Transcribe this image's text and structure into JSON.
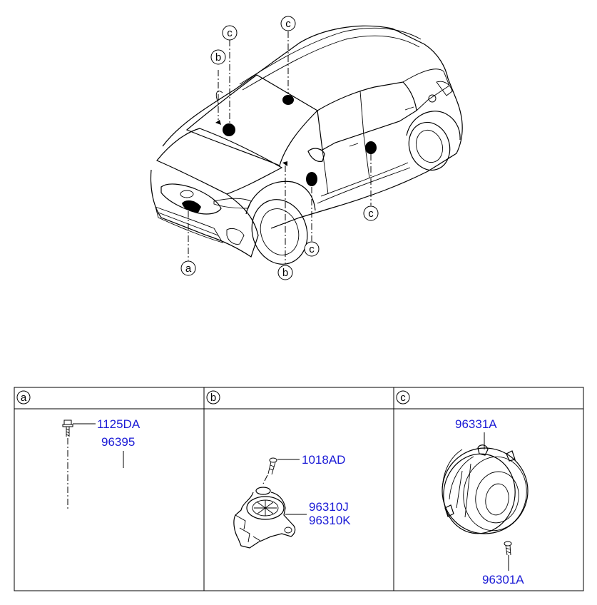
{
  "callouts": {
    "a": "a",
    "b": "b",
    "c": "c"
  },
  "table": {
    "headers": [
      "a",
      "b",
      "c"
    ]
  },
  "parts": {
    "a_bolt": "1125DA",
    "a_part": "96395",
    "b_screw": "1018AD",
    "b_tweeter_1": "96310J",
    "b_tweeter_2": "96310K",
    "c_speaker": "96331A",
    "c_screw": "96301A"
  },
  "colors": {
    "part_number": "#1b1bd6",
    "line": "#000000"
  }
}
